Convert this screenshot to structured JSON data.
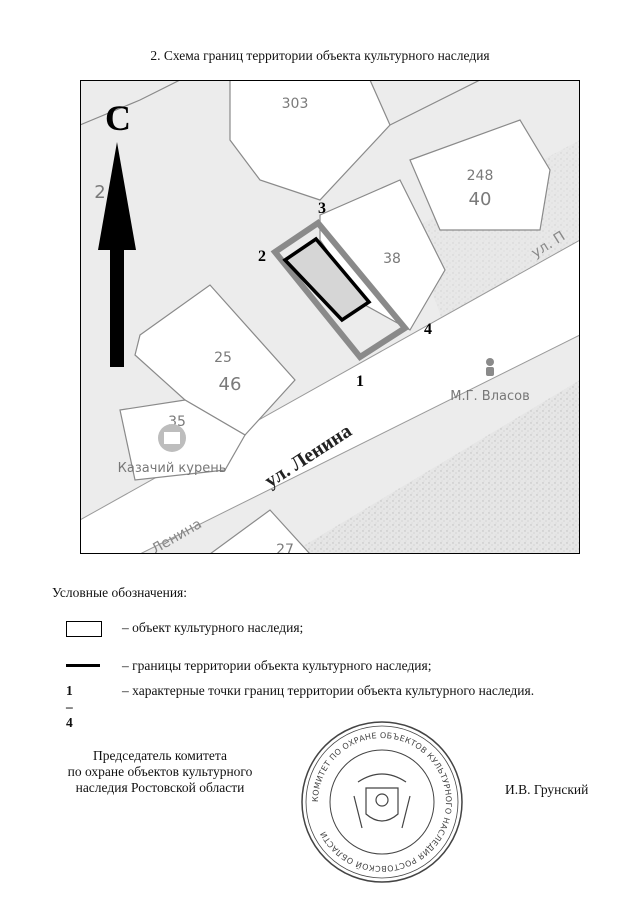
{
  "title": "2. Схема границ территории объекта культурного наследия",
  "map": {
    "north_letter": "С",
    "parcel_labels": [
      "303",
      "248",
      "40",
      "38",
      "25",
      "46",
      "35",
      "27",
      "2"
    ],
    "points": [
      "1",
      "2",
      "3",
      "4"
    ],
    "street_main": "ул. Ленина",
    "street_main_lower": "Ленина",
    "street_right": "ул. П",
    "place_vlasov": "М.Г. Власов",
    "place_kurene": "Казачий курень"
  },
  "legend": {
    "title": "Условные обозначения:",
    "items": [
      {
        "symbol": "box",
        "text": "– объект культурного наследия;"
      },
      {
        "symbol": "line",
        "text": "– границы территории объекта культурного наследия;"
      },
      {
        "symbol": "label",
        "label": "1 – 4",
        "text": "– характерные точки границ территории объекта культурного наследия."
      }
    ]
  },
  "signature": {
    "position_lines": [
      "Председатель комитета",
      "по охране объектов культурного",
      "наследия Ростовской области"
    ],
    "name": "И.В. Грунский",
    "seal_text": "КОМИТЕТ ПО ОХРАНЕ ОБЪЕКТОВ КУЛЬТУРНОГО НАСЛЕДИЯ РОСТОВСКОЙ ОБЛАСТИ"
  }
}
